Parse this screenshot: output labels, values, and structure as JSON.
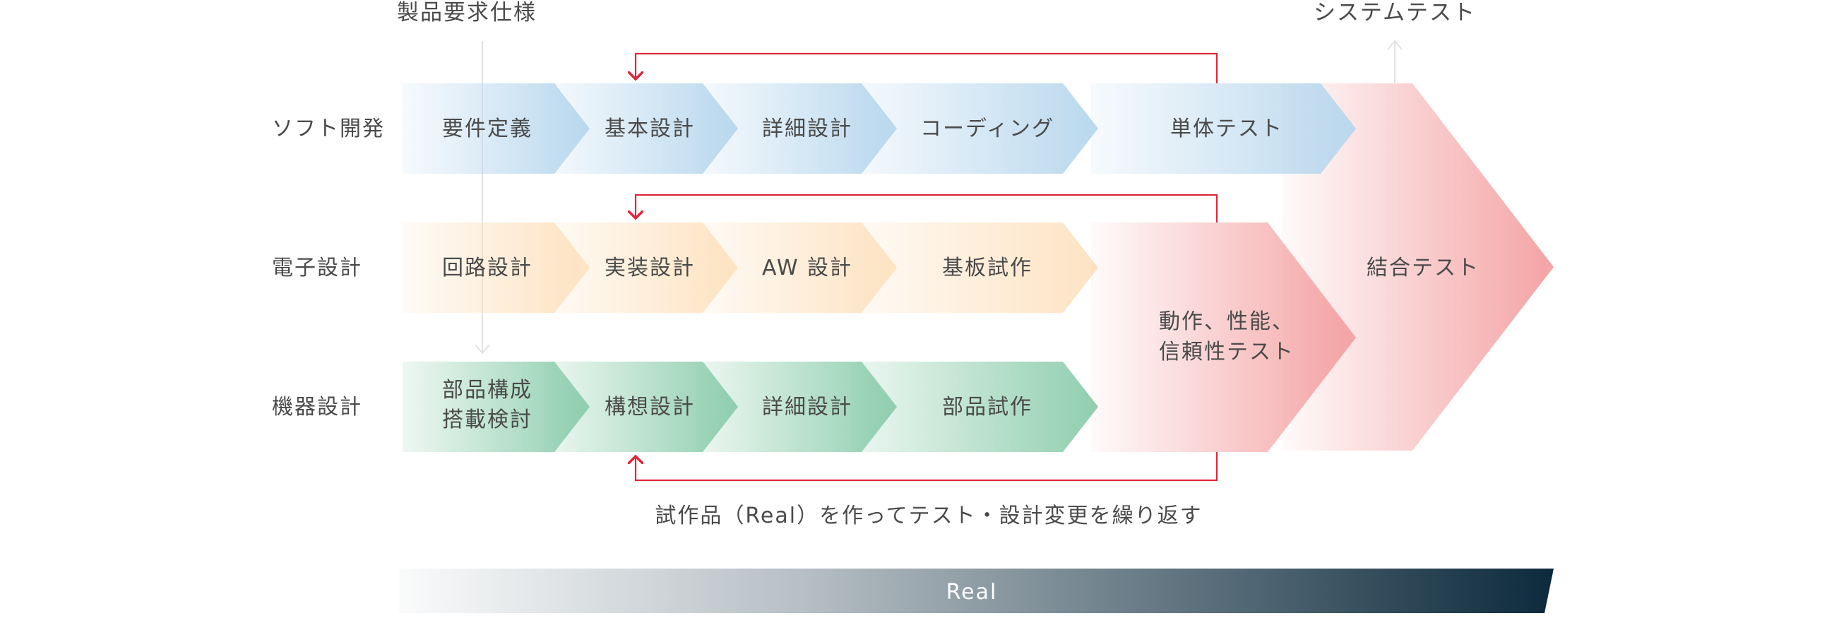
{
  "top_labels": {
    "product_requirements": "製品要求仕様",
    "system_test": "システムテスト"
  },
  "rows": {
    "software": "ソフト開発",
    "electronics": "電子設計",
    "mechanical": "機器設計"
  },
  "software_steps": [
    "要件定義",
    "基本設計",
    "詳細設計",
    "コーディング",
    "単体テスト"
  ],
  "electronics_steps": [
    "回路設計",
    "実装設計",
    "AW 設計",
    "基板試作"
  ],
  "mechanical_steps": [
    [
      "部品構成",
      "搭載検討"
    ],
    "構想設計",
    "詳細設計",
    "部品試作"
  ],
  "combined_test": [
    "動作、性能、",
    "信頼性テスト"
  ],
  "integration_test": "結合テスト",
  "iteration_note": "試作品（Real）を作ってテスト・設計変更を繰り返す",
  "real_bar": "Real",
  "colors": {
    "software": "#b9d8ee",
    "electronics": "#fde3c2",
    "mechanical": "#8fceae",
    "test": "#f4a3a4",
    "feedback": "#e0263a",
    "real_dark": "#0c2a3c"
  }
}
